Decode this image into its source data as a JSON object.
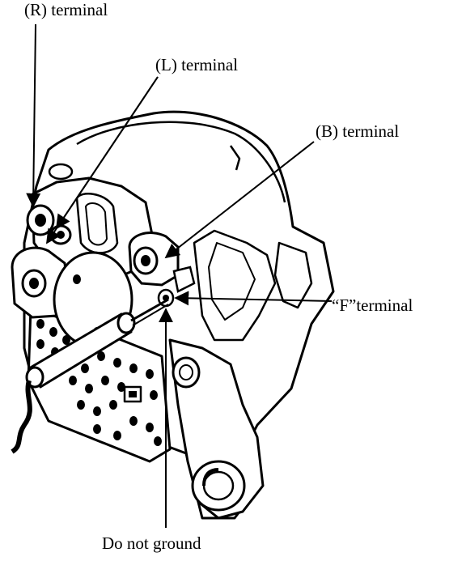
{
  "labels": {
    "r_terminal": "(R) terminal",
    "l_terminal": "(L) terminal",
    "b_terminal": "(B) terminal",
    "f_terminal": "“F”terminal",
    "do_not_ground": "Do not ground"
  },
  "colors": {
    "ink": "#000000",
    "paper": "#ffffff",
    "shade": "#d9d9d9"
  }
}
